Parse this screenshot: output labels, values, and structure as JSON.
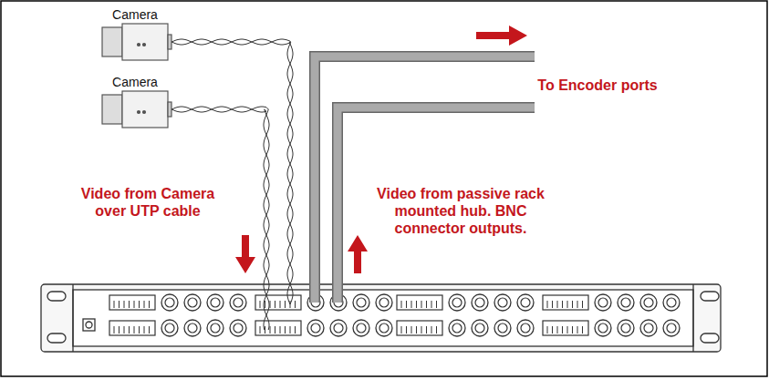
{
  "diagram": {
    "labels": [
      "Camera",
      "Camera",
      "To Encoder ports",
      "Video from Camera over UTP cable",
      "Video from passive rack mounted hub. BNC connector outputs."
    ]
  }
}
